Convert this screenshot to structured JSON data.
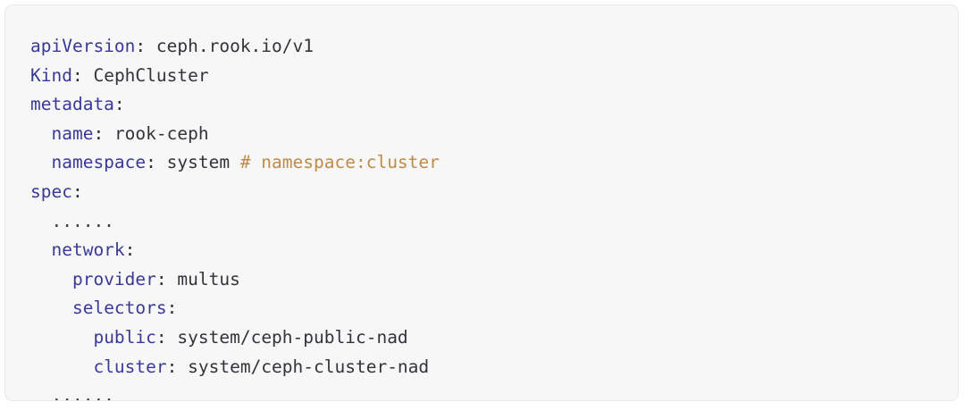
{
  "card": {
    "name": "yaml-code-block",
    "background": "#f7f7f8",
    "border_color": "#e9e9ec"
  },
  "theme": {
    "key_color": "#3a3a96",
    "value_color": "#33333a",
    "punct_color": "#2b2b33",
    "comment_color": "#bf8b4a",
    "ellipsis_color": "#3a3a42"
  },
  "code": {
    "language": "yaml",
    "lines": [
      {
        "indent": "",
        "key": "apiVersion",
        "punct": ":",
        "value": " ceph.rook.io/v1",
        "comment": "",
        "ellipsis": ""
      },
      {
        "indent": "",
        "key": "Kind",
        "punct": ":",
        "value": " CephCluster",
        "comment": "",
        "ellipsis": ""
      },
      {
        "indent": "",
        "key": "metadata",
        "punct": ":",
        "value": "",
        "comment": "",
        "ellipsis": ""
      },
      {
        "indent": "  ",
        "key": "name",
        "punct": ":",
        "value": " rook-ceph",
        "comment": "",
        "ellipsis": ""
      },
      {
        "indent": "  ",
        "key": "namespace",
        "punct": ":",
        "value": " system ",
        "comment": "# namespace:cluster",
        "ellipsis": ""
      },
      {
        "indent": "",
        "key": "spec",
        "punct": ":",
        "value": "",
        "comment": "",
        "ellipsis": ""
      },
      {
        "indent": "  ",
        "key": "",
        "punct": "",
        "value": "",
        "comment": "",
        "ellipsis": "......"
      },
      {
        "indent": "  ",
        "key": "network",
        "punct": ":",
        "value": "",
        "comment": "",
        "ellipsis": ""
      },
      {
        "indent": "    ",
        "key": "provider",
        "punct": ":",
        "value": " multus",
        "comment": "",
        "ellipsis": ""
      },
      {
        "indent": "    ",
        "key": "selectors",
        "punct": ":",
        "value": "",
        "comment": "",
        "ellipsis": ""
      },
      {
        "indent": "      ",
        "key": "public",
        "punct": ":",
        "value": " system/ceph-public-nad",
        "comment": "",
        "ellipsis": ""
      },
      {
        "indent": "      ",
        "key": "cluster",
        "punct": ":",
        "value": " system/ceph-cluster-nad",
        "comment": "",
        "ellipsis": ""
      },
      {
        "indent": "  ",
        "key": "",
        "punct": "",
        "value": "",
        "comment": "",
        "ellipsis": "......"
      }
    ]
  }
}
